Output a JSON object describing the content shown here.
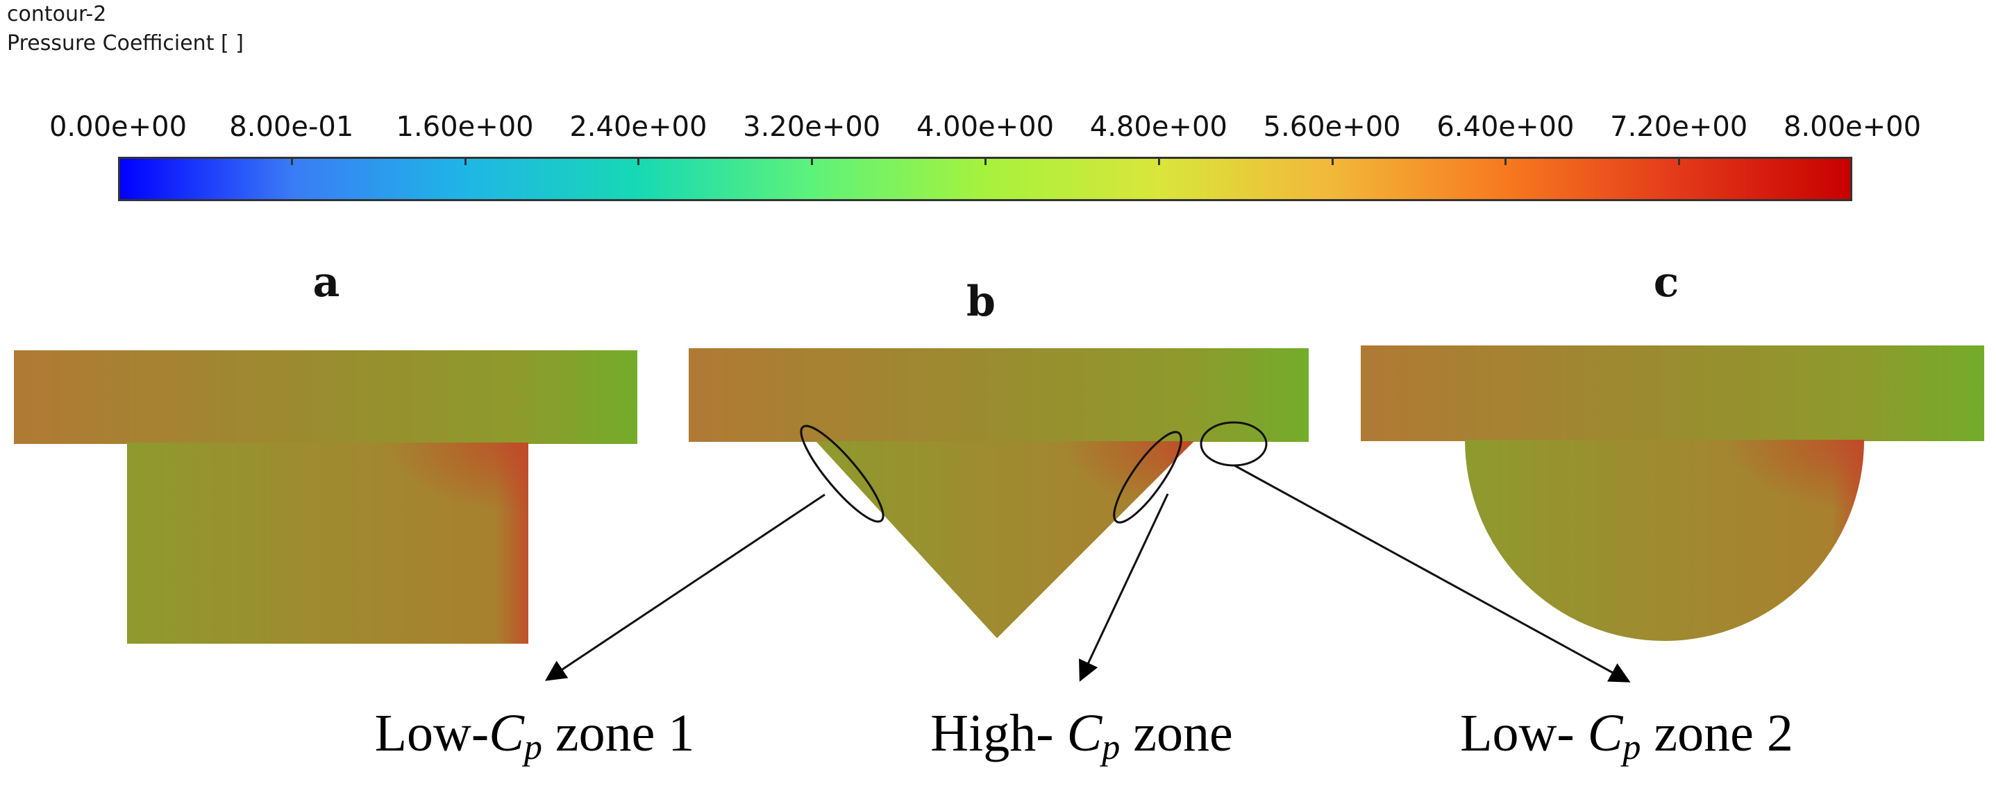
{
  "header": {
    "title": "contour-2",
    "variable": "Pressure Coefficient [ ]"
  },
  "colorbar": {
    "min": 0.0,
    "max": 8.0,
    "tick_labels": [
      "0.00e+00",
      "8.00e-01",
      "1.60e+00",
      "2.40e+00",
      "3.20e+00",
      "4.00e+00",
      "4.80e+00",
      "5.60e+00",
      "6.40e+00",
      "7.20e+00",
      "8.00e+00"
    ],
    "colors": [
      "#0000ff",
      "#3a7cf5",
      "#1fb6e6",
      "#17d9b3",
      "#5ef27a",
      "#a6f23d",
      "#d9e63a",
      "#f2b83a",
      "#f77a1f",
      "#e33a1a",
      "#c80000"
    ]
  },
  "panels": [
    {
      "label": "a",
      "shape": "rectangular cavity"
    },
    {
      "label": "b",
      "shape": "triangular cavity"
    },
    {
      "label": "c",
      "shape": "semicircular cavity"
    }
  ],
  "annotations": [
    {
      "prefix": "Low-",
      "symbol": "C",
      "subscript": "p",
      "suffix": " zone 1"
    },
    {
      "prefix": "High- ",
      "symbol": "C",
      "subscript": "p",
      "suffix": " zone"
    },
    {
      "prefix": "Low- ",
      "symbol": "C",
      "subscript": "p",
      "suffix": " zone 2"
    }
  ],
  "field_colors": {
    "base": "#a08a2e",
    "left_region": "#b07a34",
    "outlet": "#78aa2a",
    "hotspot": "#c0502a"
  }
}
